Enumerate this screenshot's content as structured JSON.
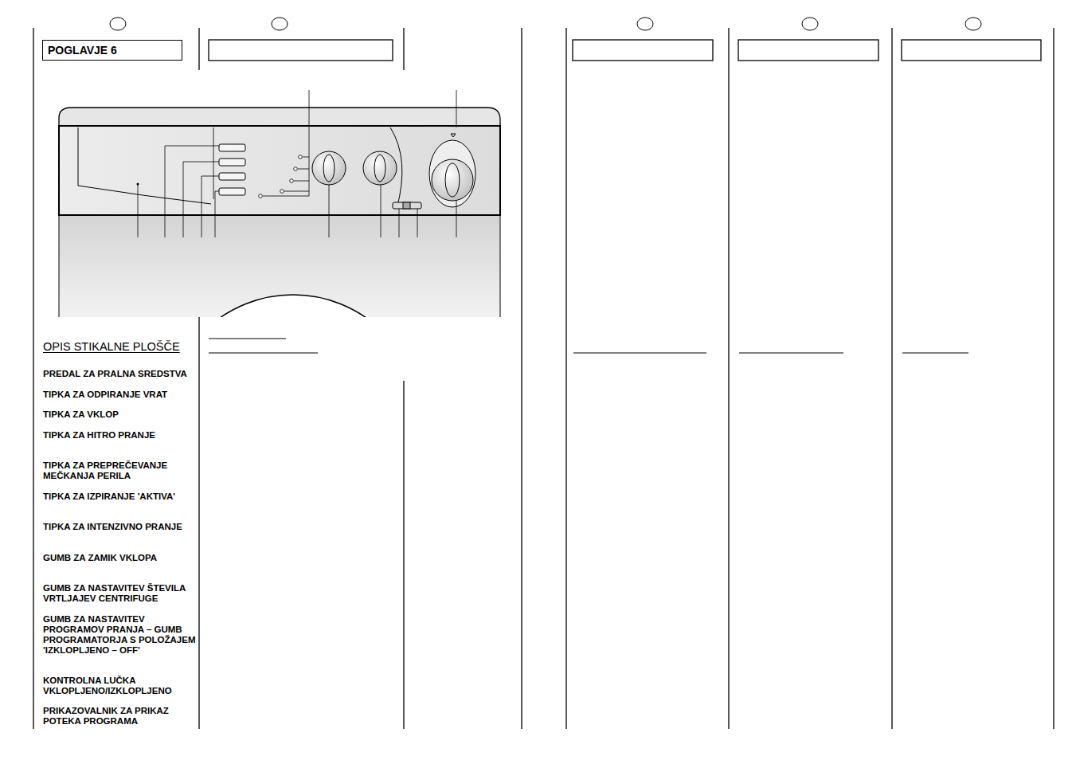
{
  "diagram": {
    "nodes": [
      {
        "text": [
          "POGLAVJE 6"
        ]
      }
    ],
    "labels": [
      "OPIS STIKALNE PLOŠČE",
      "PREDAL ZA PRALNA SREDSTVA",
      "TIPKA ZA ODPIRANJE VRAT",
      "TIPKA ZA VKLOP",
      "TIPKA ZA HITRO PRANJE",
      "TIPKA ZA PREPREČEVANJE MEČKANJA PERILA",
      "TIPKA ZA IZPIRANJE 'AKTIVA'",
      "TIPKA ZA INTENZIVNO PRANJE",
      "GUMB ZA ZAMIK VKLOPA",
      "GUMB ZA NASTAVITEV ŠTEVILA VRTLJAJEV CENTRIFUGE",
      "GUMB ZA NASTAVITEV PROGRAMOV PRANJA – GUMB PROGRAMATORJA S POLOŽAJEM 'IZKLOPLJENO – OFF'",
      "KONTROLNA LUČKA VKLOPLJENO/IZKLOPLJENO",
      "PRIKAZOVALNIK ZA PRIKAZ POTEKA PROGRAMA"
    ]
  }
}
